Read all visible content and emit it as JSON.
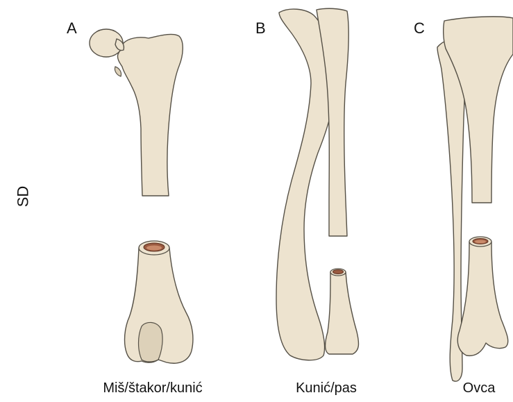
{
  "panels": [
    {
      "letter": "A",
      "caption": "Miš/štakor/kunić"
    },
    {
      "letter": "B",
      "caption": "Kunić/pas"
    },
    {
      "letter": "C",
      "caption": "Ovca"
    }
  ],
  "side_label": "SD"
}
